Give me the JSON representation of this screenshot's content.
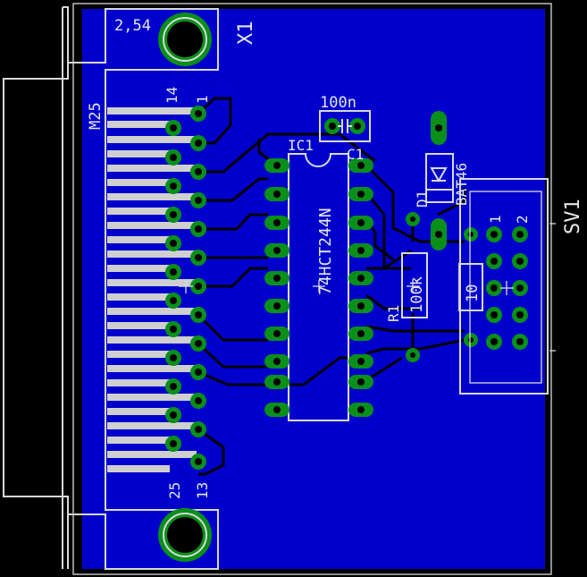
{
  "board": {
    "colors": {
      "background": "#000000",
      "copper": "#0000cc",
      "pad": "#0a8f1a",
      "silkscreen": "#d9d9d9"
    }
  },
  "labels": {
    "x1_pitch": "2,54",
    "x1_name": "X1",
    "m25": "M25",
    "pin14": "14",
    "pin1_conn": "1",
    "pin25": "25",
    "pin13": "13",
    "cap_value": "100n",
    "ic_name": "IC1",
    "cap_name": "C1",
    "ic_type": "74HCT244N",
    "diode_name": "D1",
    "diode_type": "BAT46",
    "sv_name": "SV1",
    "sv_pin1": "1",
    "sv_pin2": "2",
    "r1_name": "R1",
    "r1_value": "100k",
    "r2_value": "10"
  }
}
